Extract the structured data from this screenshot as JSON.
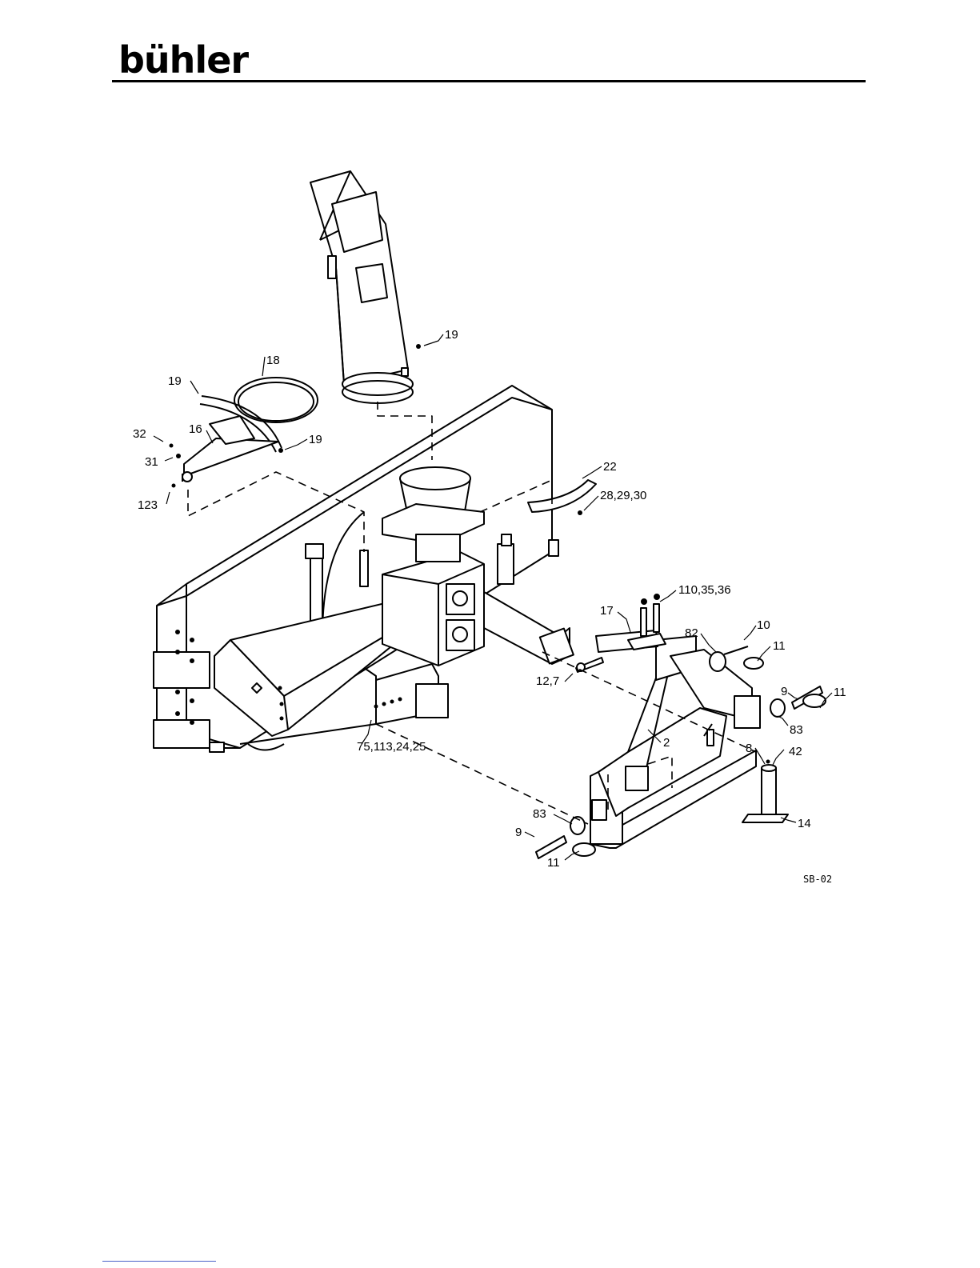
{
  "header": {
    "brand": "bühler"
  },
  "diagram": {
    "callouts": [
      {
        "id": "c-19-spout",
        "text": "19"
      },
      {
        "id": "c-18",
        "text": "18"
      },
      {
        "id": "c-19-deflector",
        "text": "19"
      },
      {
        "id": "c-32",
        "text": "32"
      },
      {
        "id": "c-16",
        "text": "16"
      },
      {
        "id": "c-19-handle",
        "text": "19"
      },
      {
        "id": "c-31",
        "text": "31"
      },
      {
        "id": "c-123",
        "text": "123"
      },
      {
        "id": "c-22",
        "text": "22"
      },
      {
        "id": "c-28-29-30",
        "text": "28,29,30"
      },
      {
        "id": "c-110-35-36",
        "text": "110,35,36"
      },
      {
        "id": "c-17",
        "text": "17"
      },
      {
        "id": "c-10",
        "text": "10"
      },
      {
        "id": "c-82",
        "text": "82"
      },
      {
        "id": "c-11-top",
        "text": "11"
      },
      {
        "id": "c-9-right",
        "text": "9"
      },
      {
        "id": "c-11-right",
        "text": "11"
      },
      {
        "id": "c-12-7",
        "text": "12,7"
      },
      {
        "id": "c-83-right",
        "text": "83"
      },
      {
        "id": "c-2",
        "text": "2"
      },
      {
        "id": "c-8",
        "text": "8"
      },
      {
        "id": "c-42",
        "text": "42"
      },
      {
        "id": "c-75-113-24-25",
        "text": "75,113,24,25"
      },
      {
        "id": "c-83-left",
        "text": "83"
      },
      {
        "id": "c-9-left",
        "text": "9"
      },
      {
        "id": "c-14",
        "text": "14"
      },
      {
        "id": "c-11-left",
        "text": "11"
      }
    ],
    "figure_code": "SB-02"
  }
}
